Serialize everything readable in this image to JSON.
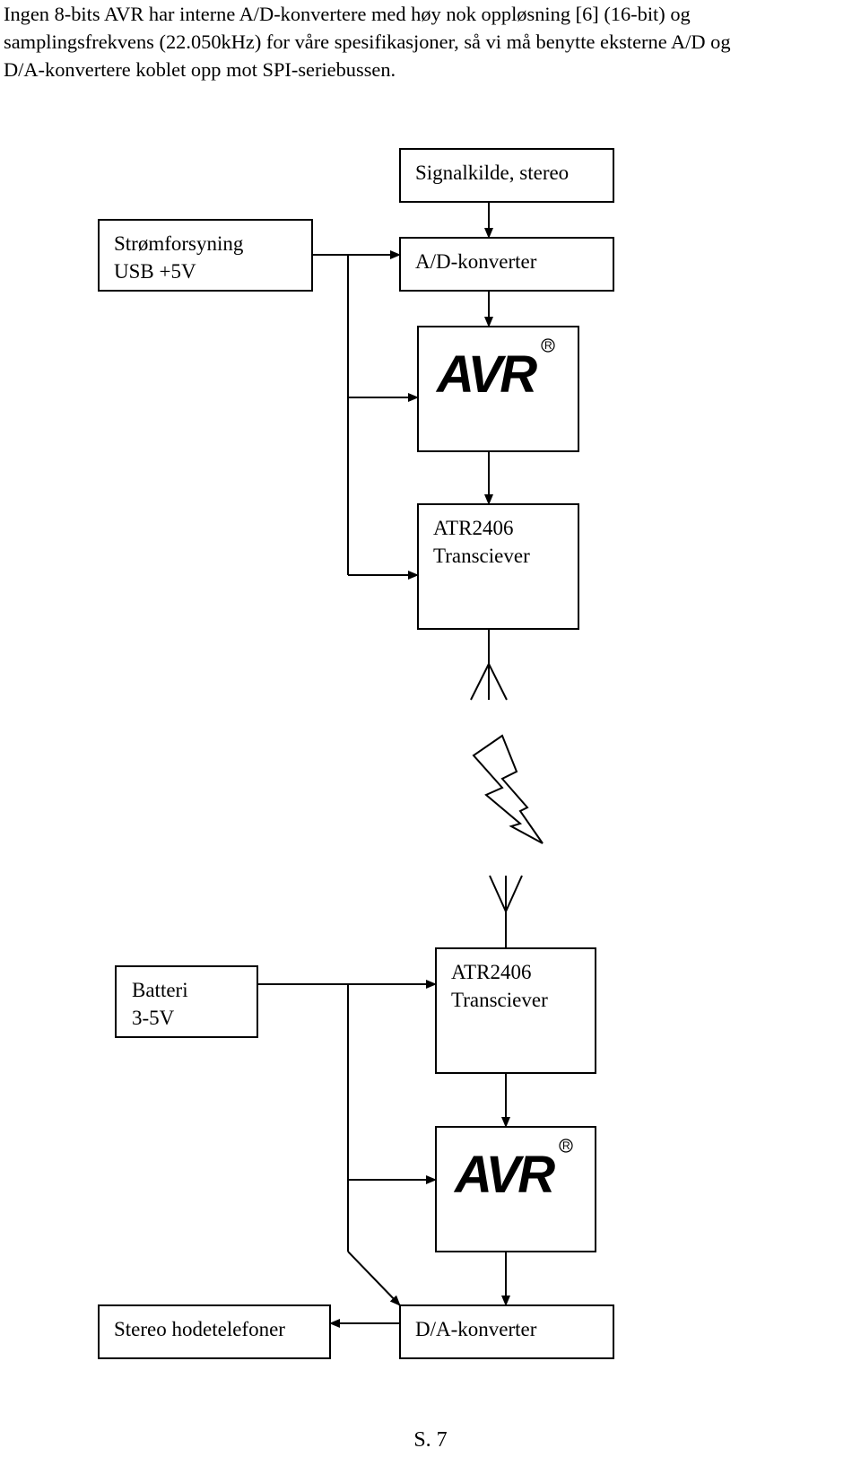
{
  "intro": {
    "lines": [
      "Ingen 8-bits AVR har interne A/D-konvertere med høy nok oppløsning [6] (16-bit) og",
      "samplingsfrekvens (22.050kHz) for våre spesifikasjoner, så vi må benytte eksterne A/D og",
      "D/A-konvertere koblet opp mot SPI-seriebussen."
    ]
  },
  "diagram": {
    "signal_source": "Signalkilde, stereo",
    "power_usb": [
      "Strømforsyning",
      "USB +5V"
    ],
    "adc": "A/D-konverter",
    "avr_logo_tx": "AVR",
    "transceiver_tx": [
      "ATR2406",
      "Transciever"
    ],
    "battery": [
      "Batteri",
      "3-5V"
    ],
    "transceiver_rx": [
      "ATR2406",
      "Transciever"
    ],
    "avr_logo_rx": "AVR",
    "headphones": "Stereo hodetelefoner",
    "dac": "D/A-konverter",
    "registered_mark": "R"
  },
  "footer": {
    "page": "S. 7"
  }
}
